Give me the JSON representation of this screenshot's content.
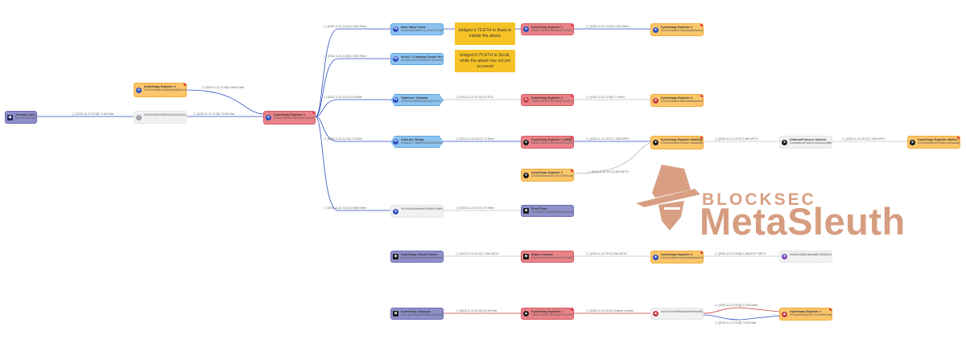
{
  "nodes": {
    "n_tornado": {
      "title": "Tornado.Cash: 10 ETH",
      "addr": "0x910Cbd523D972eb0a6f4cAe4618aD62622b39DbF",
      "icon": "tornado-icon"
    },
    "n_exp3_top": {
      "title": "KyberSwap Exploiter 3",
      "addr": "0x1b2b4fa8e1bd6a94a6b8a0e41e6cd01b5d1a0c66",
      "icon": "user-icon"
    },
    "n_mid_gray": {
      "title": "",
      "addr": "0x0fc1b467e0f0c23d2c4c3cf1b4a04e2d39a9f2c6",
      "icon": ""
    },
    "n_exp1_center": {
      "title": "KyberSwap Exploiter 1",
      "addr": "0x50275E0B7261559cE1644014d4b78D4AA63BE836",
      "icon": "user-icon"
    },
    "n_base_portal": {
      "title": "Base: Base Portal",
      "addr": "0x49048044D57e1C92A77f79988d21Fa8fAF74E97e",
      "icon": "bridge-icon"
    },
    "n_scroll_portal": {
      "title": "Scroll: L1 Gateway Router Prox...",
      "addr": "0xF8B1378579659D8F7EE5f3C929c2f3E332E41Fd6",
      "icon": "bridge-icon"
    },
    "n_note1": {
      "text": "bridged 0.75 ETH to Base to initiate the attack"
    },
    "n_note2": {
      "text": "bridged 0.75 ETH to Scroll, while the attack has not yet occurred"
    },
    "n_exp1_base": {
      "title": "KyberSwap Exploiter 1",
      "addr": "0x50275E0B7261559cE1644014d4b78D4AA63BE836",
      "icon": "user-icon"
    },
    "n_exp3_base": {
      "title": "KyberSwap Exploiter 3",
      "addr": "0x1b2b4fa8e1bd6a94a6b8a0e41e6cd01b5d1a0c66",
      "icon": "user-icon"
    },
    "n_optimism_gw": {
      "title": "Optimism: Gateway",
      "addr": "0x99C9fc46f92E8a1c0deC1b1747d010903E884bE1",
      "icon": "bridge-icon"
    },
    "n_exp1_op": {
      "title": "KyberSwap Exploiter 1",
      "addr": "0x50275E0B7261559cE1644014d4b78D4AA63BE836",
      "icon": "user-icon"
    },
    "n_exp3_op": {
      "title": "KyberSwap Exploiter 3",
      "addr": "0x1b2b4fa8e1bd6a94a6b8a0e41e6cd01b5d1a0c66",
      "icon": "user-icon"
    },
    "n_arb_bridge": {
      "title": "Arbitrum: Bridge",
      "addr": "0x8315177aB297bA92A06054cE80a67Ed4DBd7ed3a",
      "icon": "bridge-icon"
    },
    "n_exp1_arb": {
      "title": "KyberSwap Exploiter 1 (ARB)",
      "addr": "0x50275E0B7261559cE1644014d4b78D4AA63BE836",
      "icon": "user-icon"
    },
    "n_exp2_arb": {
      "title": "KyberSwap Exploiter 2",
      "addr": "0xc9b826bad20872eb29f9b1d8af4befe8460b50c6",
      "icon": "user-icon"
    },
    "n_exp_multisig": {
      "title": "KyberSwap Exploiter MultiSig",
      "addr": "0x3d3e6d8ee2c1fd5e7cdf3a6d6d85fd1cbb6cba07",
      "icon": "user-icon"
    },
    "n_arbi_gray": {
      "title": "ArbitrumProtocol: Deleted",
      "addr": "0x4a9f6e3e7aa1b7c0d1a1e2f8b9d0e8c6f1c29a6b",
      "icon": "user-icon"
    },
    "n_exp_multisig2": {
      "title": "KyberSwap Exploiter MultiSi...",
      "addr": "0x3d3e6d8ee2c1fd5e7cdf3a6d6d85fd1cbb6cba07",
      "icon": "user-icon"
    },
    "n_gray_row5": {
      "title": "",
      "addr": "0x7e4d1cc3c9a9e33e5f0a7ad6f2d6f8ae3b4f8a13",
      "icon": ""
    },
    "n_purple_row5": {
      "title": "Fixed Float",
      "addr": "0x4E5B2e1dc63F6b91cb6Cd759936495434C7e972F",
      "icon": "exchange-icon"
    },
    "n_row6_purple": {
      "title": "KyberSwap: Elastic Router",
      "addr": "0xc7e13b1a10c8b4b8d1f38e0bd1e3f7fdc8e2a9c0",
      "icon": "contract-icon"
    },
    "n_row6_exp": {
      "title": "Attack Contract",
      "addr": "0xaF2Acf3D4ab78e4c702256D214a3189A874CDC13",
      "icon": "contract-icon"
    },
    "n_row6_exp3": {
      "title": "KyberSwap Exploiter 3",
      "addr": "0x1b2b4fa8e1bd6a94a6b8a0e41e6cd01b5d1a0c66",
      "icon": "user-icon"
    },
    "n_row6_gray": {
      "title": "",
      "addr": "0x6d2e4d5a1f6a9a8b7e5f3d1b2c0a9f8e7d6c5b4a",
      "icon": ""
    },
    "n_row7_purple": {
      "title": "KyberSwap: Deployer",
      "addr": "0xd1d8c43b5e3ec5bdf2d0b0f0ddce42b94e7c6cd1",
      "icon": "contract-icon"
    },
    "n_row7_exp1": {
      "title": "KyberSwap Exploiter 1",
      "addr": "0x50275E0B7261559cE1644014d4b78D4AA63BE836",
      "icon": "user-icon"
    },
    "n_row7_gray": {
      "title": "",
      "addr": "0x4a7c3e7b8f2d1a6c9e0b5d3f8a2c1e7b9d4f6a05",
      "icon": "alert-icon"
    },
    "n_row7_exp2": {
      "title": "KyberSwap Exploiter 2",
      "addr": "0xc9b826bad20872eb29f9b1d8af4befe8460b50c6",
      "icon": "alert-icon"
    }
  },
  "edges": {
    "e1": {
      "idx": "[1]",
      "text": "[2023-11-22 07:58] 74.86 Ether"
    },
    "e2": {
      "idx": "[1]",
      "text": "[2023-11-22 07:58] 0.0862 Ether"
    },
    "e3": {
      "idx": "[2]",
      "text": "[2023-11-22 07:58] 74.86 Ether"
    },
    "e4": {
      "idx": "[1]",
      "text": "[2023-11-22 11:04] 0.7500 Ether"
    },
    "e5": {
      "idx": "[1]",
      "text": "[2023-11-22 11:36] 0.7502 Ether"
    },
    "e6": {
      "idx": "[2]",
      "text": "[2023-11-22 11:52] 0.7502 Ether"
    },
    "e7": {
      "idx": "[1]",
      "text": "[2023-11-22 11:57] 0.5 Ether"
    },
    "e8": {
      "idx": "[1]",
      "text": "[2023-11-22 12:31] 0.5 ETH"
    },
    "e9": {
      "idx": "[1]",
      "text": "[2023-11-22 12:55] 0.1 Ether"
    },
    "e10": {
      "idx": "[1]",
      "text": "[2023-11-22 14:03] 1.5 Ether"
    },
    "e11": {
      "idx": "[1]",
      "text": "[2023-11-22 15:07] 1.5 Ether"
    },
    "e12": {
      "idx": "[1]",
      "text": "[2023-11-22 15:07] 2,366 WETH"
    },
    "e13": {
      "idx": "[1]",
      "text": "[2023-11-22 15:07] 366 WETH"
    },
    "e14": {
      "idx": "[2]",
      "text": "[2023-11-22 15:07] 2,366 WETH"
    },
    "e15": {
      "idx": "[2]",
      "text": "[2023-11-22 16:07] 2.9 Ether"
    },
    "e16": {
      "idx": "[1]",
      "text": "[2023-11-22 16:11] 0.0068 Ether"
    },
    "e17": {
      "idx": "[1]",
      "text": "[2023-11-22 16:22] 2,366 WETH"
    },
    "e18": {
      "idx": "[1]",
      "text": "[2023-11-22 16:22] 2,366 WETH"
    },
    "e19": {
      "idx": "[1]",
      "text": "[2023-11-22 16:59] 2,366.89 FF WETH"
    },
    "e20": {
      "idx": "[1]",
      "text": "[2023-11-22 18:18] 20.45 Ether"
    },
    "e21": {
      "idx": "[1]",
      "text": "[2023-11-22 18:22] contract creation"
    },
    "e22": {
      "idx": "[1]",
      "text": "[2023-11-22 19:26] 21,000 Ether"
    },
    "e23": {
      "idx": "[1]",
      "text": "[2023-11-22 19:26] 7,000 Ether"
    }
  },
  "watermark": {
    "brand": "BLOCKSEC",
    "name": "MetaSleuth"
  },
  "colors": {
    "edge_blue": "#2f4fbf",
    "edge_red": "#c73a44",
    "edge_gray": "#9aa0a6",
    "accent": "#e53950"
  }
}
